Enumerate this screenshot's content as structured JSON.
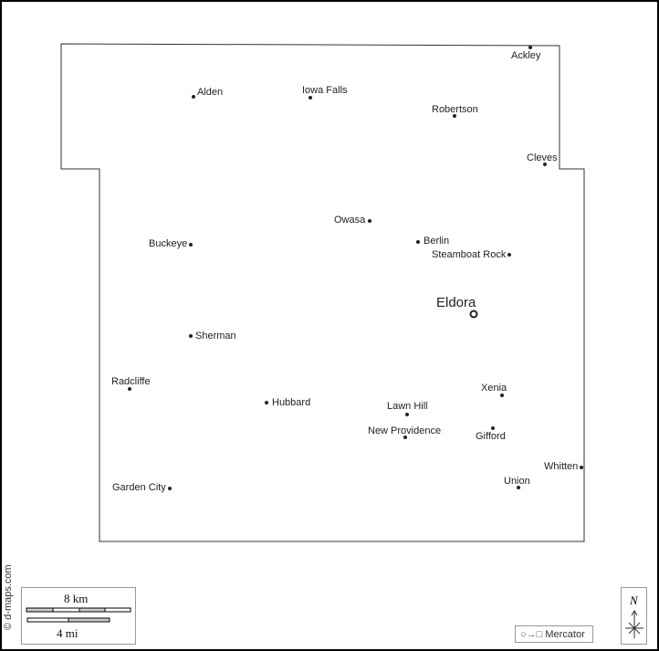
{
  "credit": "© d-maps.com",
  "county_seat": "Eldora",
  "towns": [
    "Ackley",
    "Alden",
    "Iowa Falls",
    "Robertson",
    "Cleves",
    "Owasa",
    "Berlin",
    "Steamboat Rock",
    "Buckeye",
    "Sherman",
    "Radcliffe",
    "Hubbard",
    "Lawn Hill",
    "Xenia",
    "Gifford",
    "New Providence",
    "Whitten",
    "Union",
    "Garden City"
  ],
  "scale": {
    "km": "8 km",
    "mi": "4 mi"
  },
  "projection": {
    "label": "Mercator",
    "icon": "circle-to-square-icon"
  },
  "compass": {
    "north": "N"
  }
}
